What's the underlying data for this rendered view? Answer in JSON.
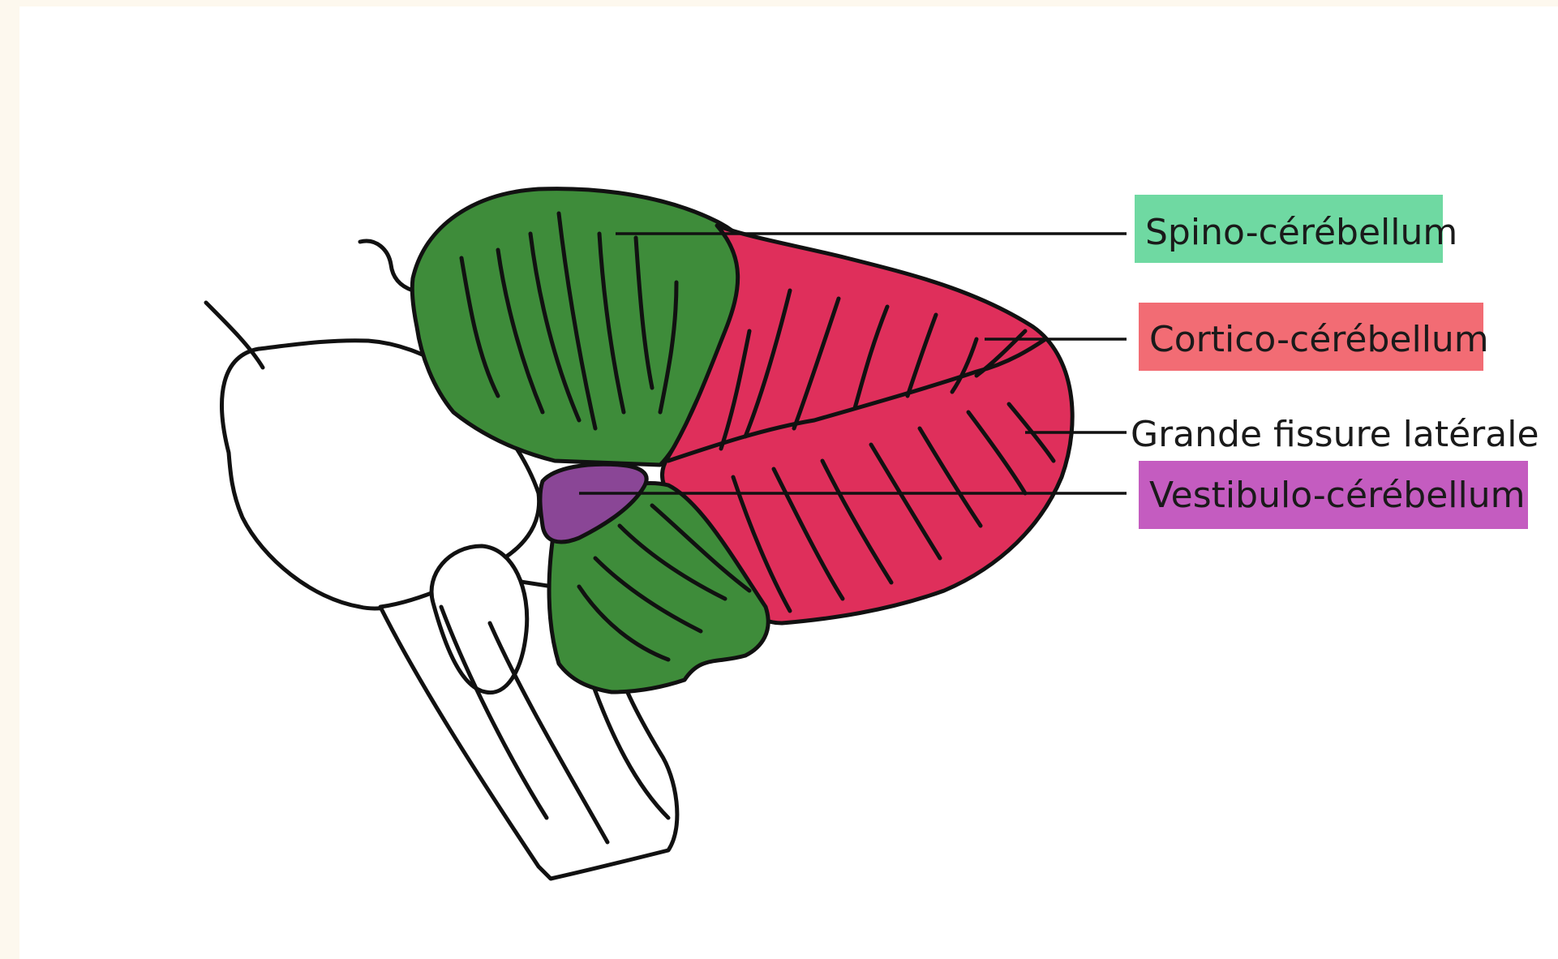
{
  "colors": {
    "spino": "#3e8c3a",
    "cortico": "#df2f5b",
    "vestibulo": "#8a4696",
    "spino_label_bg": "#6fd9a2",
    "cortico_label_bg": "#f26c74",
    "vestibulo_label_bg": "#c45cc0",
    "outline": "#111111",
    "background": "#ffffff"
  },
  "labels": {
    "spino": "Spino-cérébellum",
    "cortico": "Cortico-cérébellum",
    "fissure": "Grande fissure latérale",
    "vestibulo": "Vestibulo-cérébellum"
  }
}
